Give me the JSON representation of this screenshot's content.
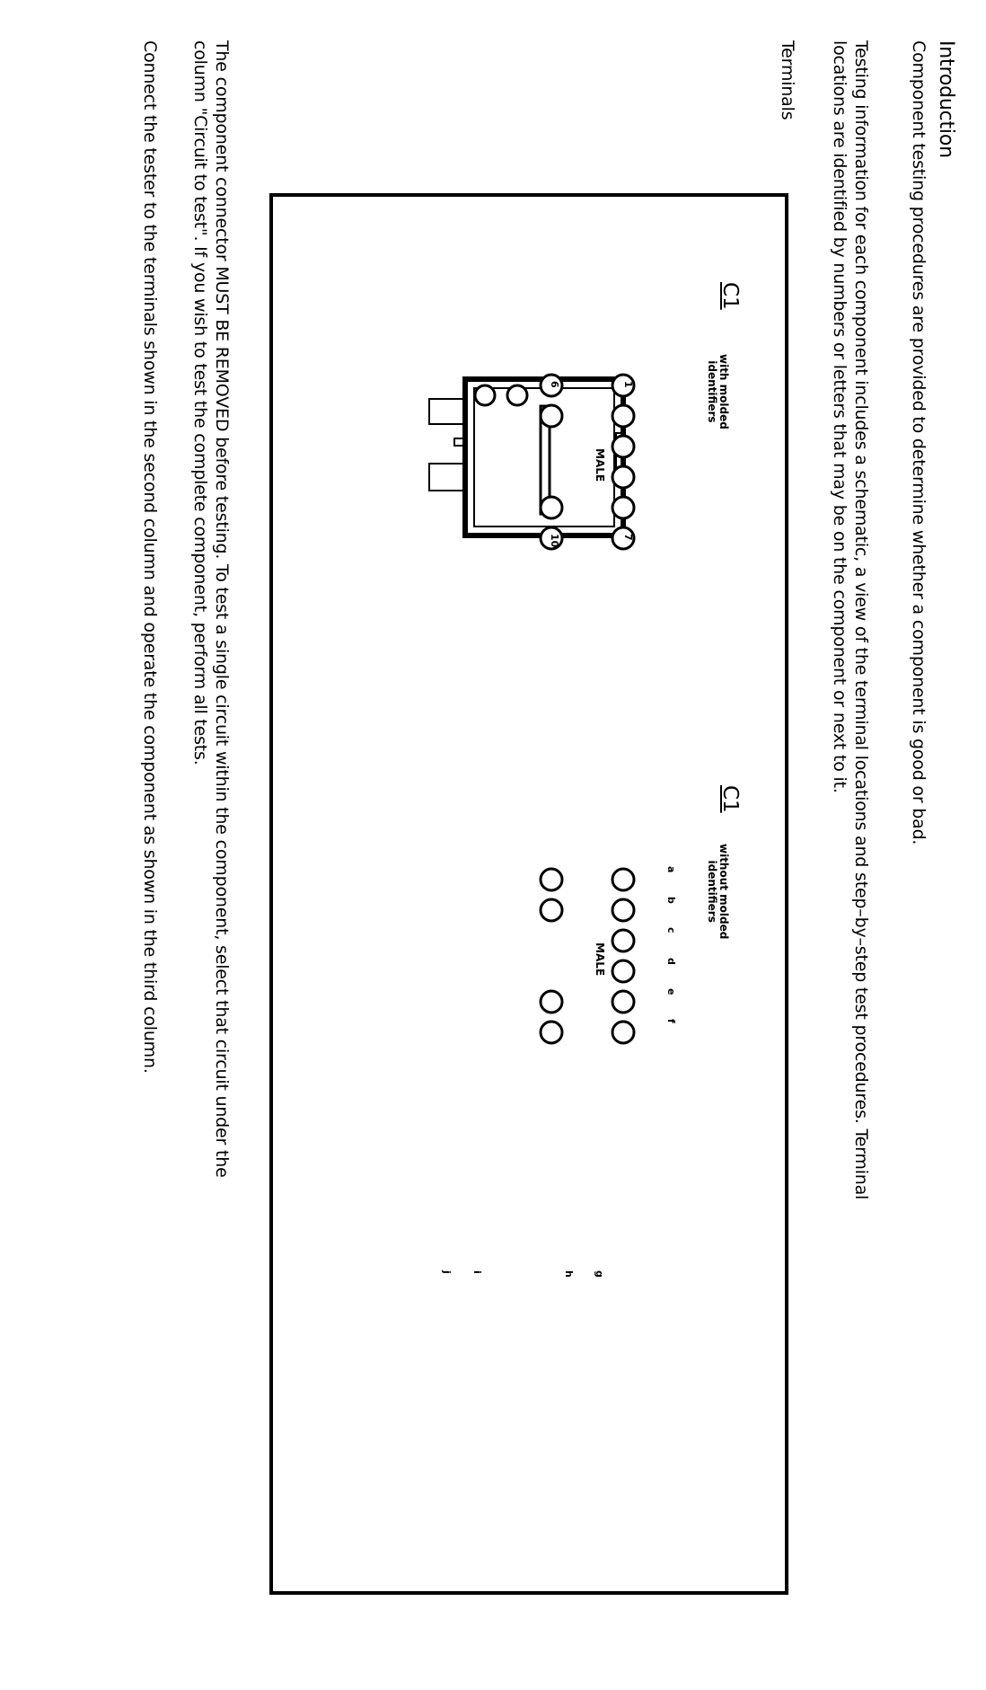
{
  "heading": "Introduction",
  "intro": "Component testing procedures are provided to determine whether a component is good or bad.",
  "testing_info": [
    "Testing information for each component includes a schematic, a view of the terminal locations and step–by–step test procedures.  Terminal",
    "locations are identified by numbers or letters that may be on the component or next to it."
  ],
  "terminals_label": "Terminals",
  "connectors": [
    {
      "title": "C1",
      "caption": [
        "with molded",
        "identifiers"
      ],
      "gender": "MALE",
      "labels": [
        "1",
        "6",
        "7",
        "10"
      ]
    },
    {
      "title": "C1",
      "caption": [
        "without molded",
        "identifiers"
      ],
      "gender": "MALE",
      "labels": [
        "a",
        "b",
        "c",
        "d",
        "e",
        "f",
        "g",
        "h",
        "i",
        "j"
      ]
    }
  ],
  "removal_note": [
    "The component connector MUST BE REMOVED before testing.  To test a single circuit within the component, select that circuit under the",
    "column \"Circuit to test\". If you wish to test the complete component, perform all tests."
  ],
  "connect_note": "Connect the tester to the terminals shown in the second column and operate the component as shown in the third column."
}
